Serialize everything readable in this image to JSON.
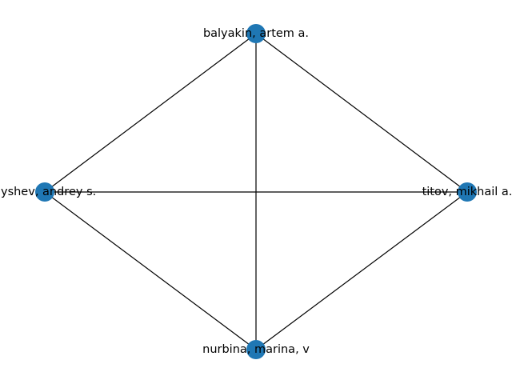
{
  "graph": {
    "node_color": "#1f77b4",
    "edge_color": "#000000",
    "nodes": [
      {
        "id": "balyakin",
        "label": "balyakin, artem a."
      },
      {
        "id": "titov",
        "label": "titov, mikhail a."
      },
      {
        "id": "nurbina",
        "label": "nurbina, marina, v"
      },
      {
        "id": "andrey",
        "label": "dyshev, andrey s."
      }
    ],
    "edges": [
      [
        "balyakin",
        "titov"
      ],
      [
        "balyakin",
        "nurbina"
      ],
      [
        "balyakin",
        "andrey"
      ],
      [
        "titov",
        "nurbina"
      ],
      [
        "titov",
        "andrey"
      ],
      [
        "nurbina",
        "andrey"
      ]
    ]
  }
}
